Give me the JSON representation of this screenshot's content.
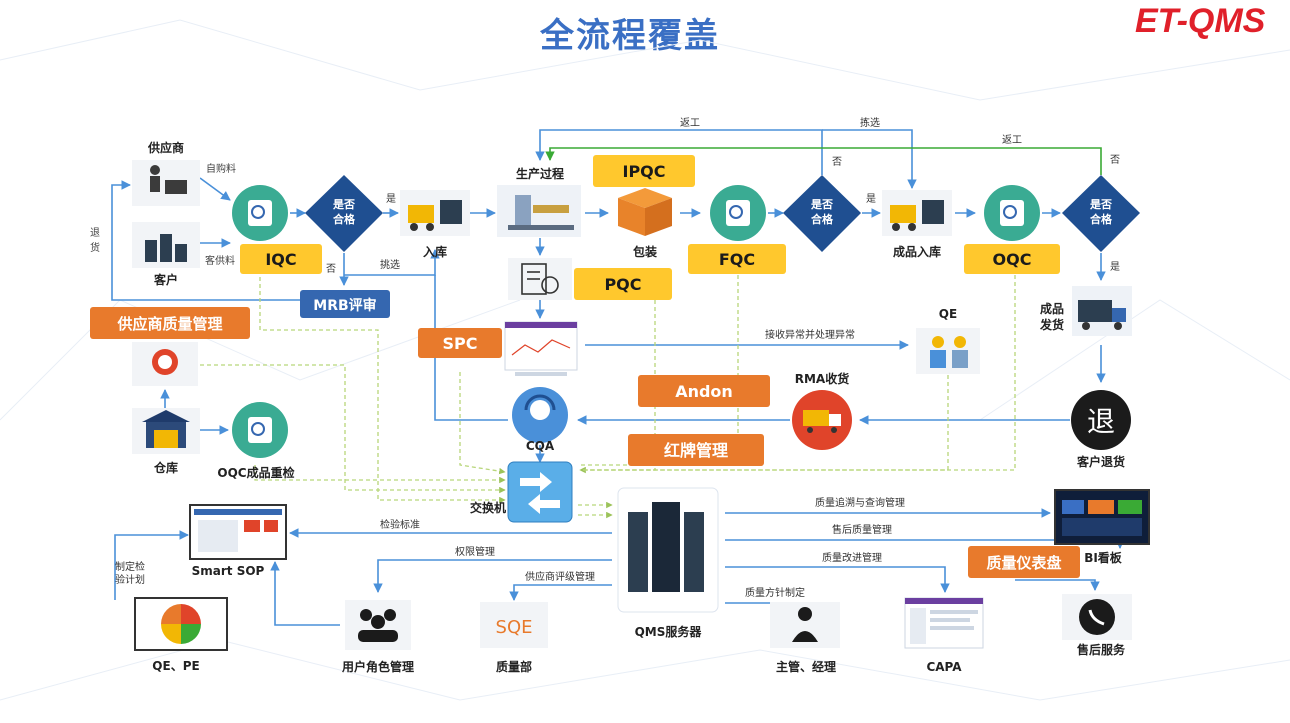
{
  "header": {
    "title": "全流程覆盖",
    "brand": "ET-QMS"
  },
  "colors": {
    "badge_yellow": "#ffc82d",
    "badge_orange": "#e87a2c",
    "badge_blue": "#3567b0",
    "diamond": "#1f4f91",
    "circle": "#3aab93",
    "arrow": "#4a90d9",
    "feedback_green": "#3aaa35",
    "dashed": "#b8d67a"
  },
  "labels": {
    "supplier": "供应商",
    "customer_supply": "客户",
    "self_purchase": "自购料",
    "customer_material": "客供料",
    "return_goods_side": "退货",
    "decision": "是否合格",
    "yes": "是",
    "no": "否",
    "iqc": "IQC",
    "mrb": "MRB评审",
    "pick": "挑选",
    "warehouse_in": "入库",
    "production": "生产过程",
    "ipqc": "IPQC",
    "packing": "包装",
    "pqc": "PQC",
    "fqc": "FQC",
    "finished_in": "成品入库",
    "oqc": "OQC",
    "rework": "返工",
    "sorting": "拣选",
    "finished_ship": "成品发货",
    "qe": "QE",
    "receive_abnormal": "接收异常并处理异常",
    "spc": "SPC",
    "andon": "Andon",
    "rma": "RMA收货",
    "cqa": "CQA",
    "red_tag": "红牌管理",
    "customer_return": "客户退货",
    "return_icon": "退",
    "supplier_qm": "供应商质量管理",
    "warehouse": "仓库",
    "oqc_recheck": "OQC成品重检",
    "switch": "交换机",
    "inspection_std": "检验标准",
    "permission": "权限管理",
    "supplier_rating": "供应商评级管理",
    "trace_query": "质量追溯与查询管理",
    "after_sales_qm": "售后质量管理",
    "improve": "质量改进管理",
    "policy": "质量方针制定",
    "smart_sop": "Smart SOP",
    "plan": "制定检验计划",
    "qe_pe": "QE、PE",
    "user_role": "用户角色管理",
    "sqe": "SQE",
    "quality_dept": "质量部",
    "qms_server": "QMS服务器",
    "manager": "主管、经理",
    "capa": "CAPA",
    "quality_dashboard": "质量仪表盘",
    "bi_board": "BI看板",
    "after_sales": "售后服务"
  }
}
